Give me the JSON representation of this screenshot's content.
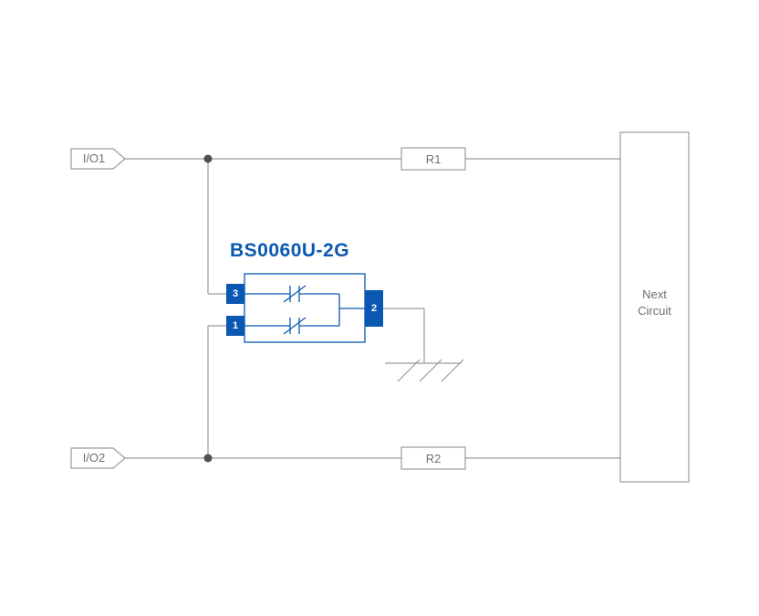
{
  "diagram": {
    "part_label": "BS0060U-2G",
    "io1": {
      "label": "I/O1"
    },
    "io2": {
      "label": "I/O2"
    },
    "r1": {
      "label": "R1"
    },
    "r2": {
      "label": "R2"
    },
    "next_circuit": {
      "label": "Next\nCircuit"
    },
    "pins": {
      "pin3": "3",
      "pin1": "1",
      "pin2": "2"
    },
    "colors": {
      "wire": "#9b9b9b",
      "accent": "#0a58b2",
      "text": "#6f6f6f",
      "dot": "#4f4f4f"
    }
  }
}
